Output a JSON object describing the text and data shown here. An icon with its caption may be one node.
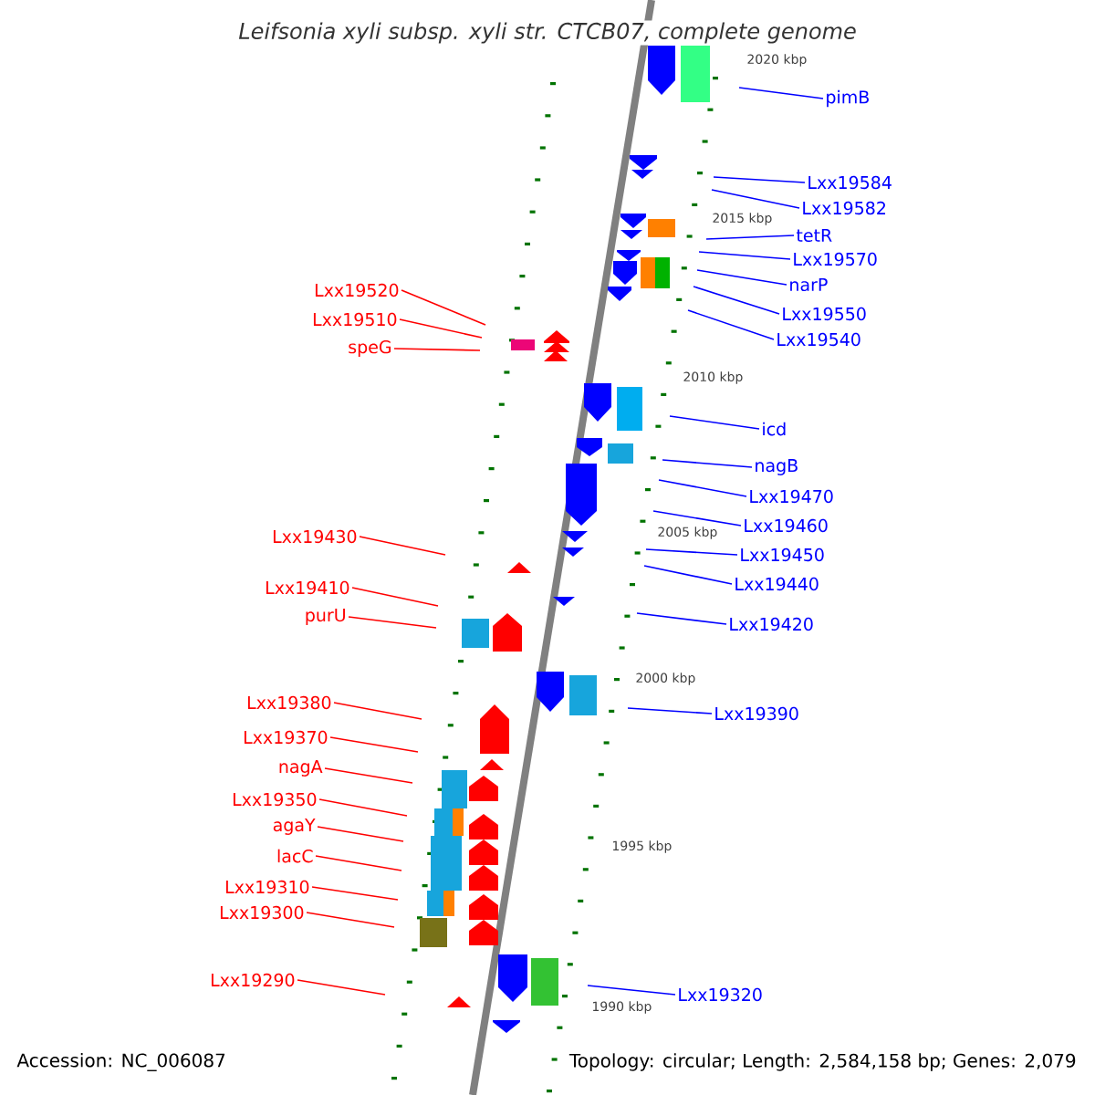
{
  "diagram": {
    "title": "Leifsonia xyli subsp. xyli str. CTCB07, complete genome",
    "nodes": [
      {
        "text": [
          "pimB"
        ]
      },
      {
        "text": [
          "Lxx19584"
        ]
      },
      {
        "text": [
          "Lxx19582"
        ]
      },
      {
        "text": [
          "tetR"
        ]
      },
      {
        "text": [
          "Lxx19570"
        ]
      },
      {
        "text": [
          "narP"
        ]
      },
      {
        "text": [
          "Lxx19550"
        ]
      },
      {
        "text": [
          "Lxx19540"
        ]
      },
      {
        "text": [
          "icd"
        ]
      },
      {
        "text": [
          "nagB"
        ]
      },
      {
        "text": [
          "Lxx19470"
        ]
      },
      {
        "text": [
          "Lxx19460"
        ]
      },
      {
        "text": [
          "Lxx19450"
        ]
      },
      {
        "text": [
          "Lxx19440"
        ]
      },
      {
        "text": [
          "Lxx19420"
        ]
      },
      {
        "text": [
          "Lxx19390"
        ]
      },
      {
        "text": [
          "Lxx19320"
        ]
      },
      {
        "text": [
          "Lxx19520"
        ]
      },
      {
        "text": [
          "Lxx19510"
        ]
      },
      {
        "text": [
          "speG"
        ]
      },
      {
        "text": [
          "Lxx19430"
        ]
      },
      {
        "text": [
          "Lxx19410"
        ]
      },
      {
        "text": [
          "purU"
        ]
      },
      {
        "text": [
          "Lxx19380"
        ]
      },
      {
        "text": [
          "Lxx19370"
        ]
      },
      {
        "text": [
          "nagA"
        ]
      },
      {
        "text": [
          "Lxx19350"
        ]
      },
      {
        "text": [
          "agaY"
        ]
      },
      {
        "text": [
          "lacC"
        ]
      },
      {
        "text": [
          "Lxx19310"
        ]
      },
      {
        "text": [
          "Lxx19300"
        ]
      },
      {
        "text": [
          "Lxx19290"
        ]
      }
    ],
    "edges": [
      {
        "from": 0,
        "to": null,
        "arrow": "none"
      },
      {
        "from": 1,
        "to": null,
        "arrow": "none"
      },
      {
        "from": 2,
        "to": null,
        "arrow": "none"
      },
      {
        "from": 3,
        "to": null,
        "arrow": "none"
      },
      {
        "from": 4,
        "to": null,
        "arrow": "none"
      },
      {
        "from": 5,
        "to": null,
        "arrow": "none"
      },
      {
        "from": 6,
        "to": null,
        "arrow": "none"
      },
      {
        "from": 7,
        "to": null,
        "arrow": "none"
      },
      {
        "from": 8,
        "to": null,
        "arrow": "none"
      },
      {
        "from": 9,
        "to": null,
        "arrow": "none"
      },
      {
        "from": 10,
        "to": null,
        "arrow": "none"
      },
      {
        "from": 11,
        "to": null,
        "arrow": "none"
      },
      {
        "from": 12,
        "to": null,
        "arrow": "none"
      },
      {
        "from": 13,
        "to": null,
        "arrow": "none"
      },
      {
        "from": 14,
        "to": null,
        "arrow": "none"
      },
      {
        "from": 15,
        "to": null,
        "arrow": "none"
      },
      {
        "from": 16,
        "to": null,
        "arrow": "none"
      },
      {
        "from": 17,
        "to": null,
        "arrow": "none",
        "color": "#ff0000"
      },
      {
        "from": 18,
        "to": null,
        "arrow": "none",
        "color": "#ff0000"
      },
      {
        "from": 19,
        "to": null,
        "arrow": "none",
        "color": "#ff0000"
      },
      {
        "from": 20,
        "to": null,
        "arrow": "none",
        "color": "#ff0000"
      },
      {
        "from": 21,
        "to": null,
        "arrow": "none",
        "color": "#ff0000"
      },
      {
        "from": 22,
        "to": null,
        "arrow": "none",
        "color": "#ff0000"
      },
      {
        "from": 23,
        "to": null,
        "arrow": "none",
        "color": "#ff0000"
      },
      {
        "from": 24,
        "to": null,
        "arrow": "none",
        "color": "#ff0000"
      },
      {
        "from": 25,
        "to": null,
        "arrow": "none",
        "color": "#ff0000"
      },
      {
        "from": 26,
        "to": null,
        "arrow": "none",
        "color": "#ff0000"
      },
      {
        "from": 27,
        "to": null,
        "arrow": "none",
        "color": "#ff0000"
      },
      {
        "from": 28,
        "to": null,
        "arrow": "none",
        "color": "#ff0000"
      },
      {
        "from": 29,
        "to": null,
        "arrow": "none",
        "color": "#ff0000"
      },
      {
        "from": 30,
        "to": null,
        "arrow": "none",
        "color": "#ff0000"
      },
      {
        "from": 31,
        "to": null,
        "arrow": "none",
        "color": "#ff0000"
      }
    ],
    "labels": [
      "2020 kbp",
      "2015 kbp",
      "2010 kbp",
      "2005 kbp",
      "2000 kbp",
      "1995 kbp",
      "1990 kbp",
      "Accession: NC_006087",
      "Topology: circular; Length: 2,584,158 bp; Genes: 2,079"
    ]
  }
}
